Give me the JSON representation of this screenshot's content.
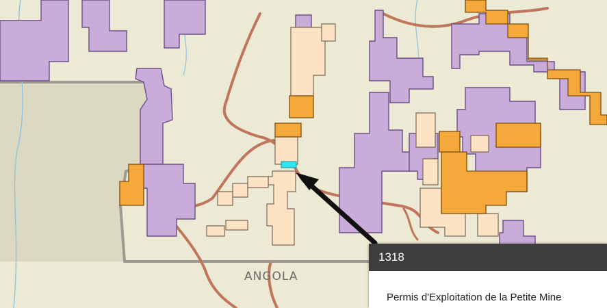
{
  "map": {
    "country_label": "ANGOLA",
    "colors": {
      "base_land": "#ece9d4",
      "outside_region": "#dbd9c1",
      "boundary": "#9e9a91",
      "road": "#c0765c",
      "river": "#8fc4de",
      "license_purple": "#c9acd9",
      "license_purple_stroke": "#6c4f86",
      "license_orange": "#f5a93a",
      "license_orange_stroke": "#7a4f10",
      "license_peach": "#fde2c3",
      "license_peach_stroke": "#7b6a58",
      "selected_parcel": "#31e5f0",
      "pointer_arrow": "#111111"
    },
    "selected_parcel": {
      "icon": "highlighted-parcel"
    },
    "pointer": {
      "icon": "arrow-pointer-icon"
    }
  },
  "popup": {
    "title": "1318",
    "description": "Permis d'Exploitation de la Petite Mine"
  }
}
